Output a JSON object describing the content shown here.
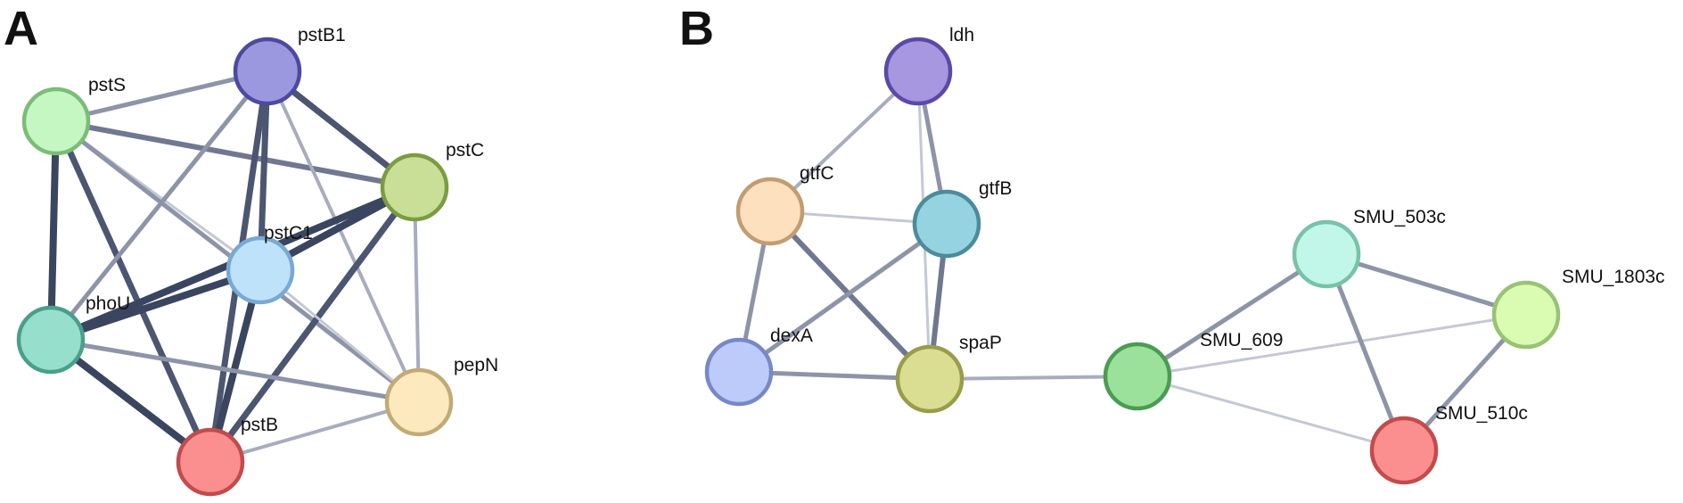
{
  "panels": [
    {
      "label": "A",
      "nodes": [
        {
          "id": "pstB1",
          "label": "pstB1",
          "fill": "#9c98e0",
          "stroke": "#4c4aa0"
        },
        {
          "id": "pstS",
          "label": "pstS",
          "fill": "#c5f7c2",
          "stroke": "#7cbc78"
        },
        {
          "id": "pstC",
          "label": "pstC",
          "fill": "#c9de96",
          "stroke": "#7a9c42"
        },
        {
          "id": "pstC1",
          "label": "pstC1",
          "fill": "#bfe2fb",
          "stroke": "#79a9d3"
        },
        {
          "id": "phoU",
          "label": "phoU",
          "fill": "#95dfcc",
          "stroke": "#4a9f88"
        },
        {
          "id": "pepN",
          "label": "pepN",
          "fill": "#fde9be",
          "stroke": "#c2aa76"
        },
        {
          "id": "pstB",
          "label": "pstB",
          "fill": "#fb8f8f",
          "stroke": "#c24b4b"
        }
      ],
      "edges": [
        {
          "source": "pstS",
          "target": "pstB1",
          "weight": 3
        },
        {
          "source": "pstS",
          "target": "pstC",
          "weight": 4
        },
        {
          "source": "pstS",
          "target": "pstC1",
          "weight": 1
        },
        {
          "source": "pstS",
          "target": "phoU",
          "weight": 6
        },
        {
          "source": "pstS",
          "target": "pstB",
          "weight": 5
        },
        {
          "source": "pstS",
          "target": "pepN",
          "weight": 3
        },
        {
          "source": "pstB1",
          "target": "pstC",
          "weight": 5
        },
        {
          "source": "pstB1",
          "target": "pstC1",
          "weight": 5
        },
        {
          "source": "pstB1",
          "target": "phoU",
          "weight": 3
        },
        {
          "source": "pstB1",
          "target": "pstB",
          "weight": 5
        },
        {
          "source": "pstB1",
          "target": "pepN",
          "weight": 2
        },
        {
          "source": "pstC",
          "target": "pstC1",
          "weight": 6
        },
        {
          "source": "pstC",
          "target": "phoU",
          "weight": 6
        },
        {
          "source": "pstC",
          "target": "pstB",
          "weight": 5
        },
        {
          "source": "pstC",
          "target": "pepN",
          "weight": 2
        },
        {
          "source": "pstC1",
          "target": "phoU",
          "weight": 6
        },
        {
          "source": "pstC1",
          "target": "pstB",
          "weight": 6
        },
        {
          "source": "pstC1",
          "target": "pepN",
          "weight": 1
        },
        {
          "source": "phoU",
          "target": "pstB",
          "weight": 6
        },
        {
          "source": "phoU",
          "target": "pepN",
          "weight": 3
        },
        {
          "source": "pstB",
          "target": "pepN",
          "weight": 2
        }
      ]
    },
    {
      "label": "B",
      "nodes": [
        {
          "id": "ldh",
          "label": "ldh",
          "fill": "#a797e0",
          "stroke": "#5a4aa6"
        },
        {
          "id": "gtfC",
          "label": "gtfC",
          "fill": "#fde0be",
          "stroke": "#c29c72"
        },
        {
          "id": "gtfB",
          "label": "gtfB",
          "fill": "#96d3e0",
          "stroke": "#4a8c9c"
        },
        {
          "id": "dexA",
          "label": "dexA",
          "fill": "#bdcbfb",
          "stroke": "#7888c6"
        },
        {
          "id": "spaP",
          "label": "spaP",
          "fill": "#d9de92",
          "stroke": "#999c4a"
        },
        {
          "id": "SMU_503c",
          "label": "SMU_503c",
          "fill": "#c1f7e8",
          "stroke": "#78c2a8"
        },
        {
          "id": "SMU_1803c",
          "label": "SMU_1803c",
          "fill": "#dafcb2",
          "stroke": "#98c274"
        },
        {
          "id": "SMU_609",
          "label": "SMU_609",
          "fill": "#9be19b",
          "stroke": "#4a9c52"
        },
        {
          "id": "SMU_510c",
          "label": "SMU_510c",
          "fill": "#fb8f8f",
          "stroke": "#c24b4b"
        }
      ],
      "edges": [
        {
          "source": "ldh",
          "target": "gtfC",
          "weight": 2
        },
        {
          "source": "ldh",
          "target": "gtfB",
          "weight": 3
        },
        {
          "source": "ldh",
          "target": "spaP",
          "weight": 1
        },
        {
          "source": "gtfC",
          "target": "gtfB",
          "weight": 1
        },
        {
          "source": "gtfC",
          "target": "dexA",
          "weight": 3
        },
        {
          "source": "gtfC",
          "target": "spaP",
          "weight": 4
        },
        {
          "source": "gtfB",
          "target": "dexA",
          "weight": 3
        },
        {
          "source": "gtfB",
          "target": "spaP",
          "weight": 4
        },
        {
          "source": "dexA",
          "target": "spaP",
          "weight": 3
        },
        {
          "source": "spaP",
          "target": "SMU_609",
          "weight": 2
        },
        {
          "source": "SMU_609",
          "target": "SMU_503c",
          "weight": 3
        },
        {
          "source": "SMU_609",
          "target": "SMU_1803c",
          "weight": 1
        },
        {
          "source": "SMU_609",
          "target": "SMU_510c",
          "weight": 1
        },
        {
          "source": "SMU_503c",
          "target": "SMU_1803c",
          "weight": 3
        },
        {
          "source": "SMU_503c",
          "target": "SMU_510c",
          "weight": 3
        },
        {
          "source": "SMU_1803c",
          "target": "SMU_510c",
          "weight": 3
        }
      ]
    }
  ]
}
